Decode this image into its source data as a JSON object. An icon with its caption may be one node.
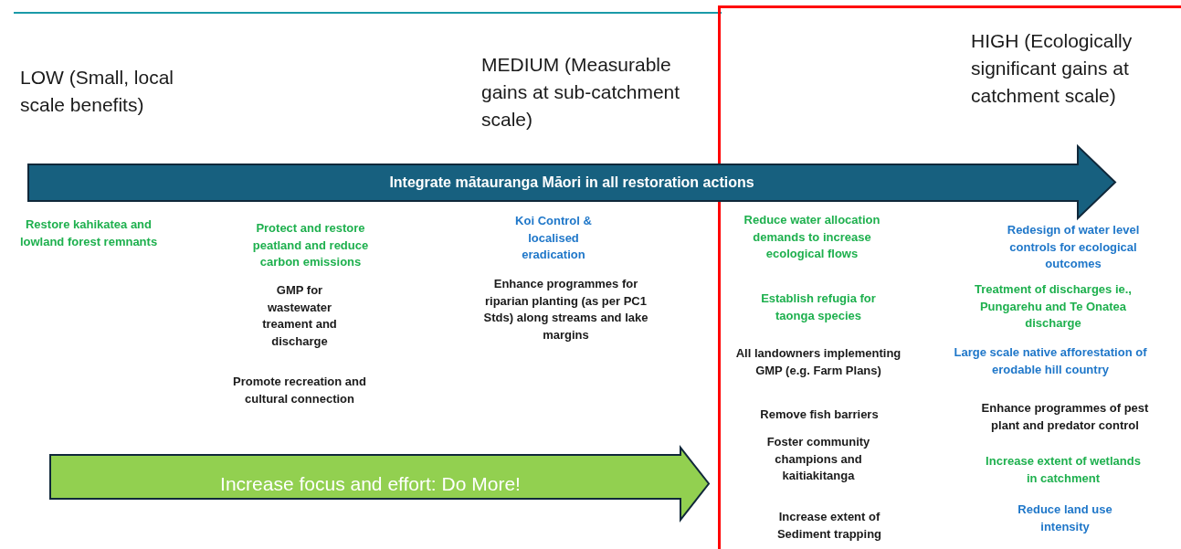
{
  "diagram": {
    "nodes": [
      {
        "text": [],
        "shape": "box"
      },
      {
        "text": [
          "Integrate mātauranga Māori in all restoration actions"
        ]
      },
      {
        "text": [
          "Increase focus and effort: Do More!"
        ]
      }
    ],
    "labels": [
      "LOW (Small, local scale benefits)",
      "MEDIUM (Measurable gains at sub-catchment scale)",
      "HIGH (Ecologically significant gains at catchment scale)",
      "Restore kahikatea and lowland forest remnants",
      "Protect and restore peatland and reduce carbon emissions",
      "GMP for wastewater treament and discharge",
      "Promote recreation and cultural connection",
      "Koi Control & localised eradication",
      "Enhance programmes for riparian planting (as per PC1 Stds) along streams and lake margins",
      "Reduce water allocation demands to increase ecological flows",
      "Establish refugia for taonga species",
      "All landowners implementing GMP (e.g. Farm Plans)",
      "Remove fish barriers",
      "Foster community champions and kaitiakitanga",
      "Increase extent of Sediment trapping",
      "Redesign of water level controls for ecological outcomes",
      "Treatment of discharges ie., Pungarehu and Te Onatea discharge",
      "Large scale native afforestation of erodable hill country",
      "Enhance programmes of pest plant and predator control",
      "Increase extent of wetlands in catchment",
      "Reduce land use intensity"
    ]
  }
}
